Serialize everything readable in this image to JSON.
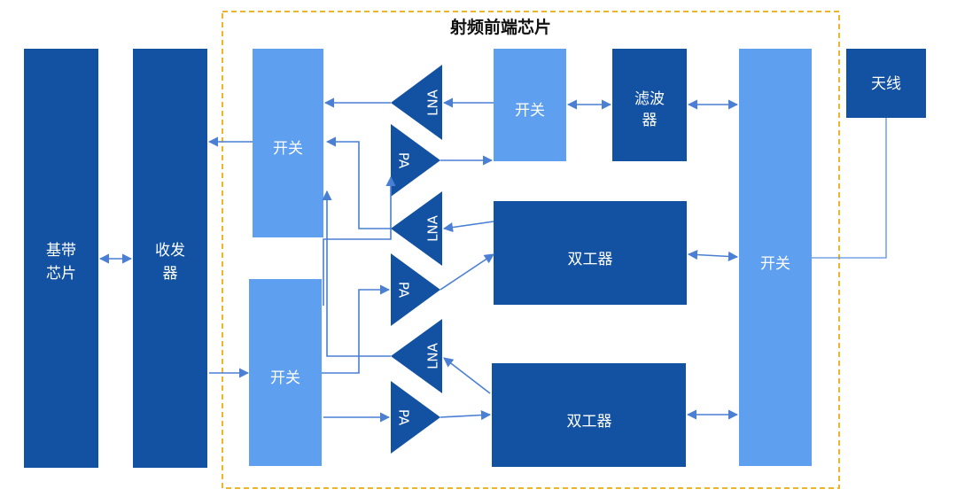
{
  "title": "射频前端芯片",
  "blocks": {
    "baseband": [
      "基带",
      "芯片"
    ],
    "transceiver": [
      "收发",
      "器"
    ],
    "switch_rx": "开关",
    "switch_tx": "开关",
    "switch_filter": "开关",
    "filter": [
      "滤波",
      "器"
    ],
    "antenna_switch": "开关",
    "antenna": "天线",
    "duplexer_1": "双工器",
    "duplexer_2": "双工器"
  },
  "amplifiers": {
    "lna_1": "LNA",
    "pa_1": "PA",
    "lna_2": "LNA",
    "pa_2": "PA",
    "lna_3": "LNA",
    "pa_3": "PA"
  },
  "colors": {
    "dark_block": "#1352a3",
    "light_block": "#5f9ff0",
    "wire": "#4a7fd4",
    "chip_border": "#f0b429"
  }
}
